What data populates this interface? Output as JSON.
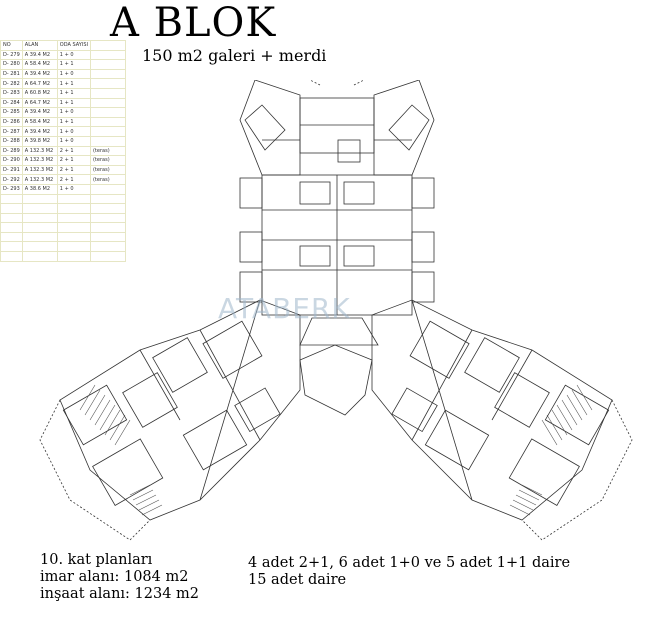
{
  "title": "A BLOK",
  "subtitle": "150 m2 galeri + merdi",
  "watermark": "ATABERK",
  "table": {
    "headers": [
      "NO",
      "ALAN",
      "ODA SAYISI",
      ""
    ],
    "rows": [
      [
        "D- 279",
        "A 39.4 M2",
        "1 + 0",
        ""
      ],
      [
        "D- 280",
        "A 58.4 M2",
        "1 + 1",
        ""
      ],
      [
        "D- 281",
        "A 39.4 M2",
        "1 + 0",
        ""
      ],
      [
        "D- 282",
        "A 64.7 M2",
        "1 + 1",
        ""
      ],
      [
        "D- 283",
        "A 60.8 M2",
        "1 + 1",
        ""
      ],
      [
        "D- 284",
        "A 64.7 M2",
        "1 + 1",
        ""
      ],
      [
        "D- 285",
        "A 39.4 M2",
        "1 + 0",
        ""
      ],
      [
        "D- 286",
        "A 58.4 M2",
        "1 + 1",
        ""
      ],
      [
        "D- 287",
        "A 39.4 M2",
        "1 + 0",
        ""
      ],
      [
        "D- 288",
        "A 39.8 M2",
        "1 + 0",
        ""
      ],
      [
        "D- 289",
        "A 132.3 M2",
        "2 + 1",
        "(teras)"
      ],
      [
        "D- 290",
        "A 132.3 M2",
        "2 + 1",
        "(teras)"
      ],
      [
        "D- 291",
        "A 132.3 M2",
        "2 + 1",
        "(teras)"
      ],
      [
        "D- 292",
        "A 132.3 M2",
        "2 + 1",
        "(teras)"
      ],
      [
        "D- 293",
        "A 38.6 M2",
        "1 + 0",
        ""
      ],
      [
        "",
        "",
        "",
        ""
      ],
      [
        "",
        "",
        "",
        ""
      ],
      [
        "",
        "",
        "",
        ""
      ],
      [
        "",
        "",
        "",
        ""
      ],
      [
        "",
        "",
        "",
        ""
      ],
      [
        "",
        "",
        "",
        ""
      ],
      [
        "",
        "",
        "",
        ""
      ]
    ]
  },
  "footer": {
    "line1": "10. kat planları",
    "line2": "imar alanı: 1084 m2",
    "line3": "inşaat alanı: 1234 m2",
    "summary1": "4 adet 2+1, 6 adet 1+0 ve 5 adet 1+1 daire",
    "summary2": "15 adet daire"
  }
}
